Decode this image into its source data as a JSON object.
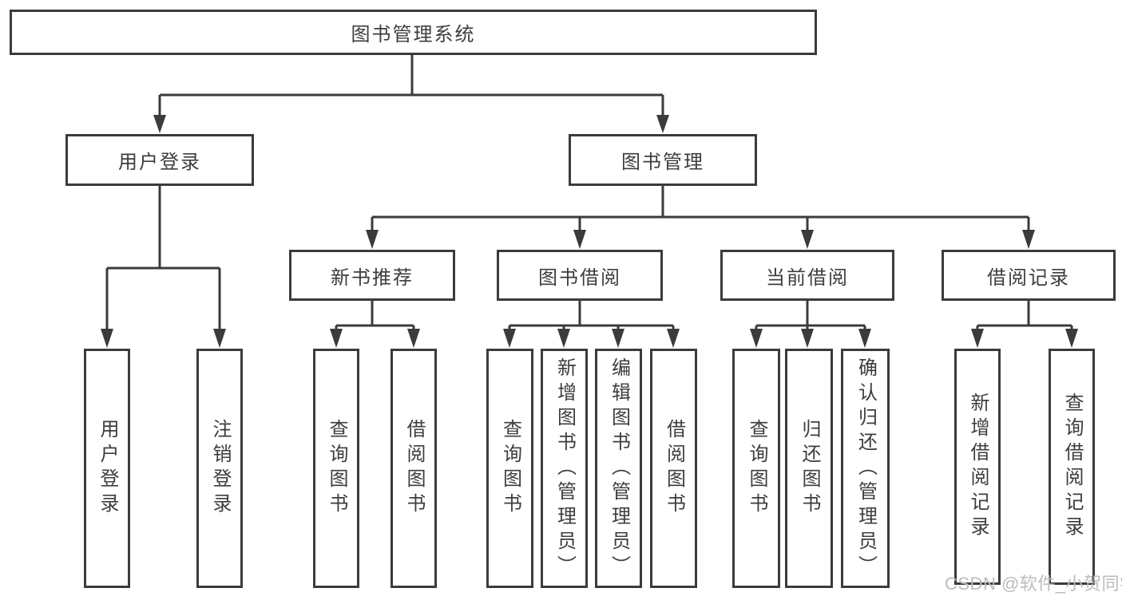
{
  "diagram": {
    "title": "图书管理系统",
    "colors": {
      "line": "#3b3b3b",
      "text": "#3d3d3d",
      "watermark": "#b9bcc0",
      "background": "#ffffff"
    },
    "tree": {
      "root": {
        "label": "图书管理系统",
        "children": [
          {
            "label": "用户登录",
            "children": [
              {
                "label": "用户登录"
              },
              {
                "label": "注销登录"
              }
            ]
          },
          {
            "label": "图书管理",
            "children": [
              {
                "label": "新书推荐",
                "children": [
                  {
                    "label": "查询图书"
                  },
                  {
                    "label": "借阅图书"
                  }
                ]
              },
              {
                "label": "图书借阅",
                "children": [
                  {
                    "label": "查询图书"
                  },
                  {
                    "label": "新增图书（管理员）"
                  },
                  {
                    "label": "编辑图书（管理员）"
                  },
                  {
                    "label": "借阅图书"
                  }
                ]
              },
              {
                "label": "当前借阅",
                "children": [
                  {
                    "label": "查询图书"
                  },
                  {
                    "label": "归还图书"
                  },
                  {
                    "label": "确认归还（管理员）"
                  }
                ]
              },
              {
                "label": "借阅记录",
                "children": [
                  {
                    "label": "新增借阅记录"
                  },
                  {
                    "label": "查询借阅记录"
                  }
                ]
              }
            ]
          }
        ]
      }
    },
    "watermark": "CSDN @软件_小贺同学"
  }
}
